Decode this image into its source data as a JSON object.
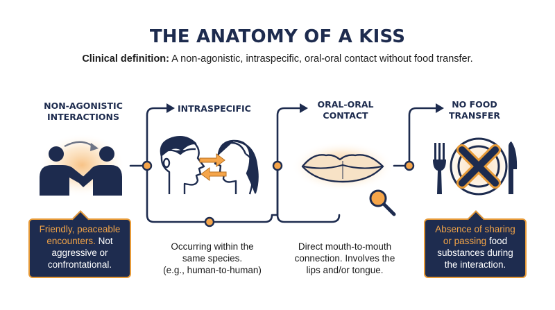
{
  "title": "THE ANATOMY OF A KISS",
  "definition": {
    "label": "Clinical definition:",
    "text": "A non-agonistic, intraspecific, oral-oral contact without food transfer."
  },
  "stages": [
    {
      "title_line1": "NON-AGONISTIC",
      "title_line2": "INTERACTIONS",
      "icon": "two-people-handshake-icon",
      "callout_highlight_1": "Friendly, peaceable",
      "callout_highlight_2": "encounters.",
      "callout_plain_1": "Not",
      "callout_plain_2": "aggressive or",
      "callout_plain_3": "confrontational."
    },
    {
      "title_line1": "INTRASPECIFIC",
      "icon": "two-faces-icon",
      "caption_line1": "Occurring within the",
      "caption_line2": "same species.",
      "caption_line3": "(e.g., human-to-human)"
    },
    {
      "title_line1": "ORAL-ORAL",
      "title_line2": "CONTACT",
      "icon": "lips-icon",
      "caption_line1": "Direct mouth-to-mouth",
      "caption_line2": "connection. Involves the",
      "caption_line3": "lips and/or tongue."
    },
    {
      "title_line1": "NO FOOD",
      "title_line2": "TRANSFER",
      "icon": "crossed-out-plate-icon",
      "callout_highlight_1": "Absence of sharing",
      "callout_highlight_2": "or passing",
      "callout_plain_1": "food",
      "callout_plain_2": "substances during",
      "callout_plain_3": "the interaction."
    }
  ],
  "colors": {
    "navy": "#1d2b4e",
    "orange": "#e79a37",
    "glow": "#fbe2c0",
    "callout_bg": "#1e2c4f"
  }
}
